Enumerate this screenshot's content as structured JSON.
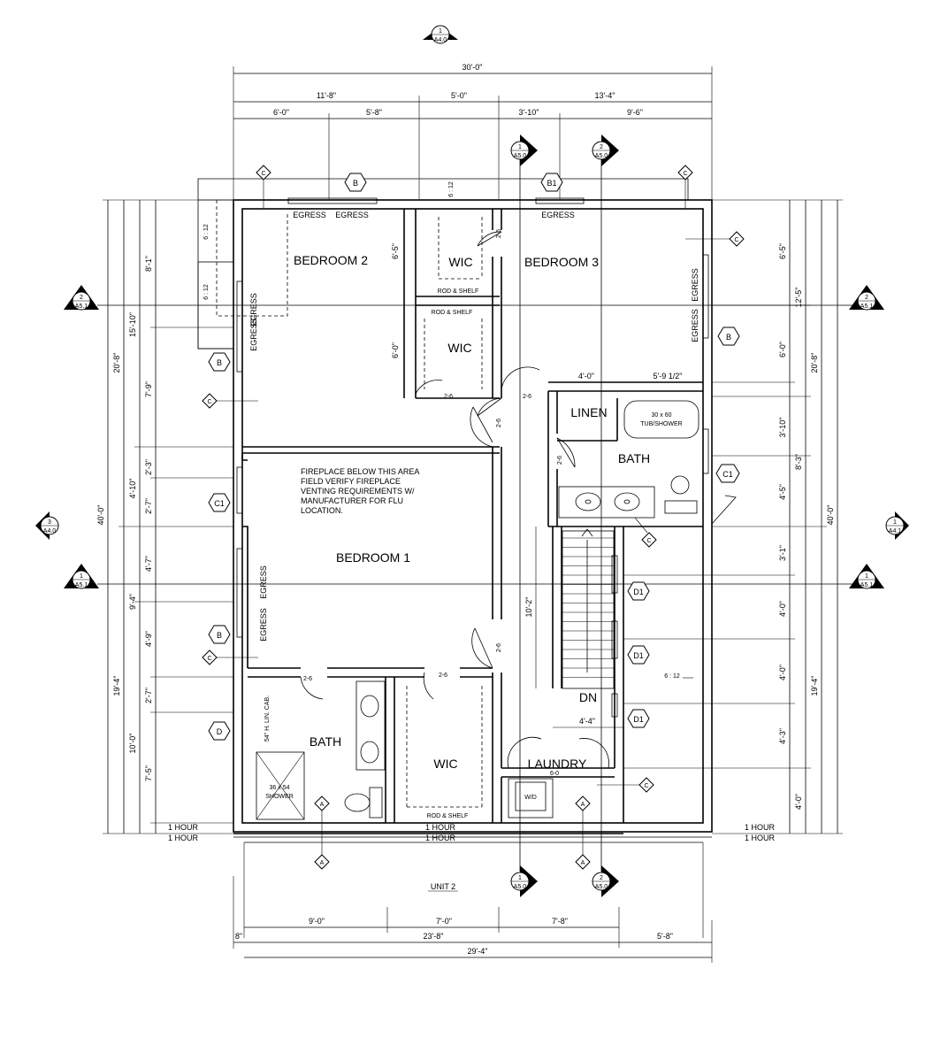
{
  "rooms": {
    "bedroom1": "BEDROOM 1",
    "bedroom2": "BEDROOM 2",
    "bedroom3": "BEDROOM 3",
    "wic": "WIC",
    "bath": "BATH",
    "linen": "LINEN",
    "laundry": "LAUNDRY",
    "dn": "DN",
    "unit": "UNIT 2"
  },
  "labels": {
    "egress": "EGRESS",
    "rod_shelf": "ROD & SHELF",
    "tub": [
      "30 x 60",
      "TUB/SHOWER"
    ],
    "shower": [
      "36 x 54",
      "SHOWER"
    ],
    "wd": "W/D",
    "linen_cab": "54\" H. LIN. CAB.",
    "one_hour": "1 HOUR",
    "slope": "6 : 12",
    "door": "2-6",
    "laundry_door": "6-0"
  },
  "note": [
    "FIREPLACE BELOW THIS AREA",
    "FIELD VERIFY FIREPLACE",
    "VENTING REQUIREMENTS W/",
    "MANUFACTURER FOR FLU",
    "LOCATION."
  ],
  "dimensions": {
    "top_overall": "30'-0\"",
    "top_row2": [
      "11'-8\"",
      "5'-0\"",
      "13'-4\""
    ],
    "top_row3": [
      "6'-0\"",
      "5'-8\"",
      "3'-10\"",
      "9'-6\""
    ],
    "bottom_row1": [
      "9'-0\"",
      "7'-0\"",
      "7'-8\""
    ],
    "bottom_row2": [
      "8\"",
      "23'-8\"",
      "5'-8\""
    ],
    "bottom_overall": "29'-4\"",
    "left_overall": "40'-0\"",
    "left_mid": [
      "20'-8\"",
      "19'-4\""
    ],
    "left_inner": [
      "15'-10\"",
      "4'-10\"",
      "9'-4\"",
      "10'-0\""
    ],
    "left_detail": [
      "8'-1\"",
      "7'-9\"",
      "2'-3\"",
      "2'-7\"",
      "4'-7\"",
      "4'-9\"",
      "2'-7\"",
      "7'-5\""
    ],
    "right_overall": "40'-0\"",
    "right_mid": [
      "20'-8\"",
      "19'-4\""
    ],
    "right_inner": [
      "12'-5\"",
      "8'-3\""
    ],
    "right_detail": [
      "6'-5\"",
      "6'-0\"",
      "3'-10\"",
      "4'-5\"",
      "3'-1\"",
      "4'-0\"",
      "4'-0\"",
      "4'-3\"",
      "4'-0\""
    ],
    "interior": [
      "6'-5\"",
      "6'-0\"",
      "4'-0\"",
      "5'-9 1/2\"",
      "10'-2\"",
      "4'-4\""
    ]
  },
  "tags": {
    "A": "A",
    "B": "B",
    "B1": "B1",
    "C": "C",
    "C1": "C1",
    "D": "D",
    "D1": "D1"
  },
  "sections": {
    "s1a40": [
      "1",
      "A4.0"
    ],
    "s2a51": [
      "2",
      "A5.1"
    ],
    "s1a51": [
      "1",
      "A5.1"
    ],
    "s3a40": [
      "3",
      "A4.0"
    ],
    "s1a41": [
      "1",
      "A4.1"
    ],
    "s1a50": [
      "1",
      "A5.0"
    ],
    "s2a50": [
      "2",
      "A5.0"
    ]
  }
}
